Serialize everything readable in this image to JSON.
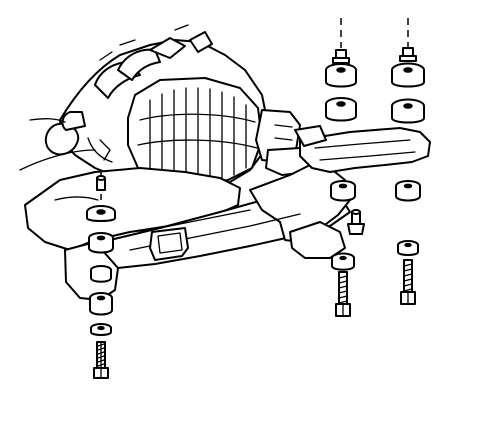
{
  "colors": {
    "background": "#ffffff",
    "ink": "#000000"
  },
  "stacks": [
    {
      "id": "left-mount",
      "parts": [
        "bolt",
        "washer",
        "lower-insulator",
        "frame",
        "upper-insulator",
        "washer"
      ]
    },
    {
      "id": "front-right-mount",
      "parts": [
        "bolt",
        "washer",
        "lower-insulator",
        "arm",
        "insulator",
        "insulator",
        "retainer",
        "nut"
      ]
    },
    {
      "id": "rear-right-mount",
      "parts": [
        "bolt",
        "washer",
        "lower-insulator",
        "arm",
        "insulator",
        "insulator",
        "retainer",
        "nut"
      ]
    }
  ]
}
